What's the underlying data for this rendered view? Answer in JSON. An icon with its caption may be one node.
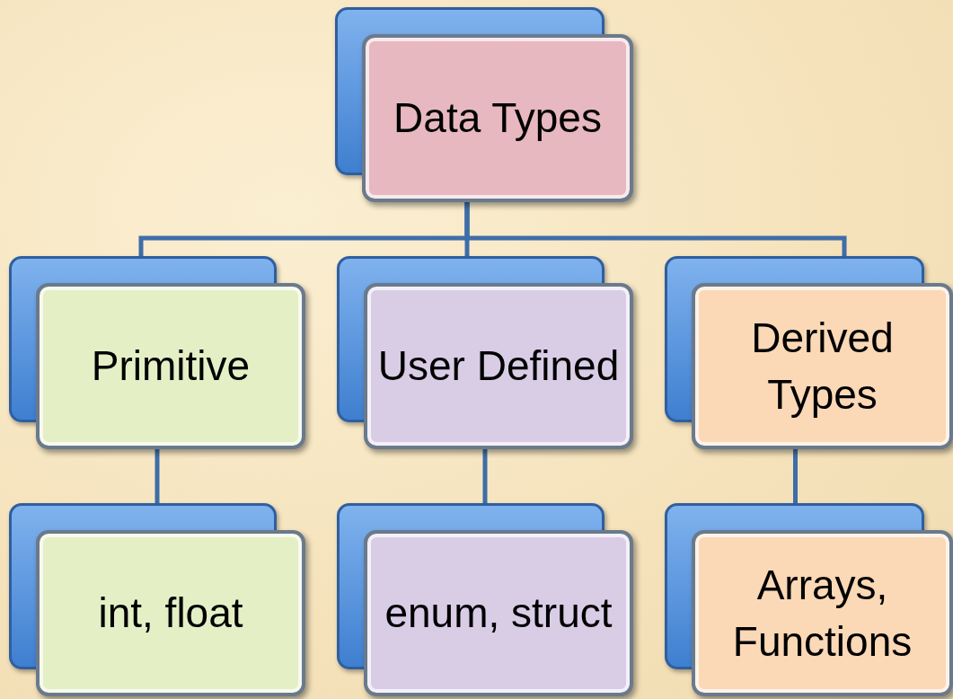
{
  "diagram": {
    "nodes": [
      {
        "text": [
          "Data Types"
        ]
      },
      {
        "text": [
          "Primitive"
        ]
      },
      {
        "text": [
          "User Defined"
        ]
      },
      {
        "text": [
          "Derived Types"
        ]
      },
      {
        "text": [
          "int, float"
        ]
      },
      {
        "text": [
          "enum, struct"
        ]
      },
      {
        "text": [
          "Arrays, Functions"
        ]
      }
    ],
    "edges": [
      {
        "from": 0,
        "to": 1,
        "arrow": "none"
      },
      {
        "from": 0,
        "to": 2,
        "arrow": "none"
      },
      {
        "from": 0,
        "to": 3,
        "arrow": "none"
      },
      {
        "from": 1,
        "to": 4,
        "arrow": "none"
      },
      {
        "from": 2,
        "to": 5,
        "arrow": "none"
      },
      {
        "from": 3,
        "to": 6,
        "arrow": "none"
      }
    ]
  }
}
